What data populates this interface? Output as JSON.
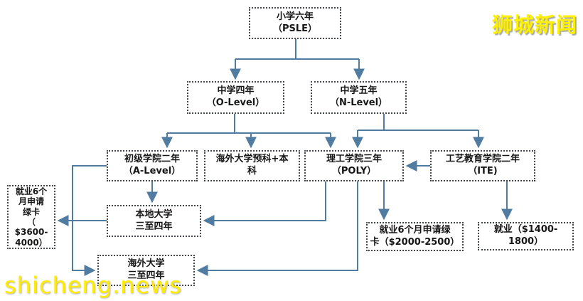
{
  "branding": {
    "logo_text": "狮城新闻",
    "watermark_text": "shicheng.news",
    "brand_color": "#ffec00"
  },
  "colors": {
    "arrow": "#517ca1",
    "box_border": "#43474c",
    "background": "#ffffff",
    "text": "#161616"
  },
  "nodes": {
    "psle": {
      "label": "小学六年\n（PSLE）"
    },
    "olevel": {
      "label": "中学四年\n（O-Level）"
    },
    "nlevel": {
      "label": "中学五年\n（N-Level）"
    },
    "jc": {
      "label": "初级学院二年\n（A-Level）"
    },
    "overseas_prep": {
      "label": "海外大学预科+本\n科"
    },
    "poly": {
      "label": "理工学院三年\n（POLY）"
    },
    "ite": {
      "label": "工艺教育学院二年\n（ITE)"
    },
    "greencard_left": {
      "label": "就业6个\n月申请\n绿卡\n（\n$3600-\n4000）"
    },
    "local_uni": {
      "label": "本地大学\n三至四年"
    },
    "greencard_poly": {
      "label": "就业6个月申请绿\n卡（$2000-2500）"
    },
    "employment_ite": {
      "label": "就业（$1400-1800）"
    },
    "overseas_uni": {
      "label": "海外大学\n三至四年"
    }
  },
  "edges": [
    {
      "from": "psle",
      "to": "olevel"
    },
    {
      "from": "psle",
      "to": "nlevel"
    },
    {
      "from": "olevel",
      "to": "jc"
    },
    {
      "from": "olevel",
      "to": "overseas_prep"
    },
    {
      "from": "olevel",
      "to": "poly"
    },
    {
      "from": "nlevel",
      "to": "poly"
    },
    {
      "from": "nlevel",
      "to": "ite"
    },
    {
      "from": "ite",
      "to": "poly"
    },
    {
      "from": "jc",
      "to": "local_uni"
    },
    {
      "from": "jc",
      "to": "overseas_uni"
    },
    {
      "from": "poly",
      "to": "local_uni"
    },
    {
      "from": "poly",
      "to": "overseas_uni"
    },
    {
      "from": "poly",
      "to": "greencard_poly"
    },
    {
      "from": "ite",
      "to": "employment_ite"
    },
    {
      "from": "local_uni",
      "to": "greencard_left"
    }
  ]
}
